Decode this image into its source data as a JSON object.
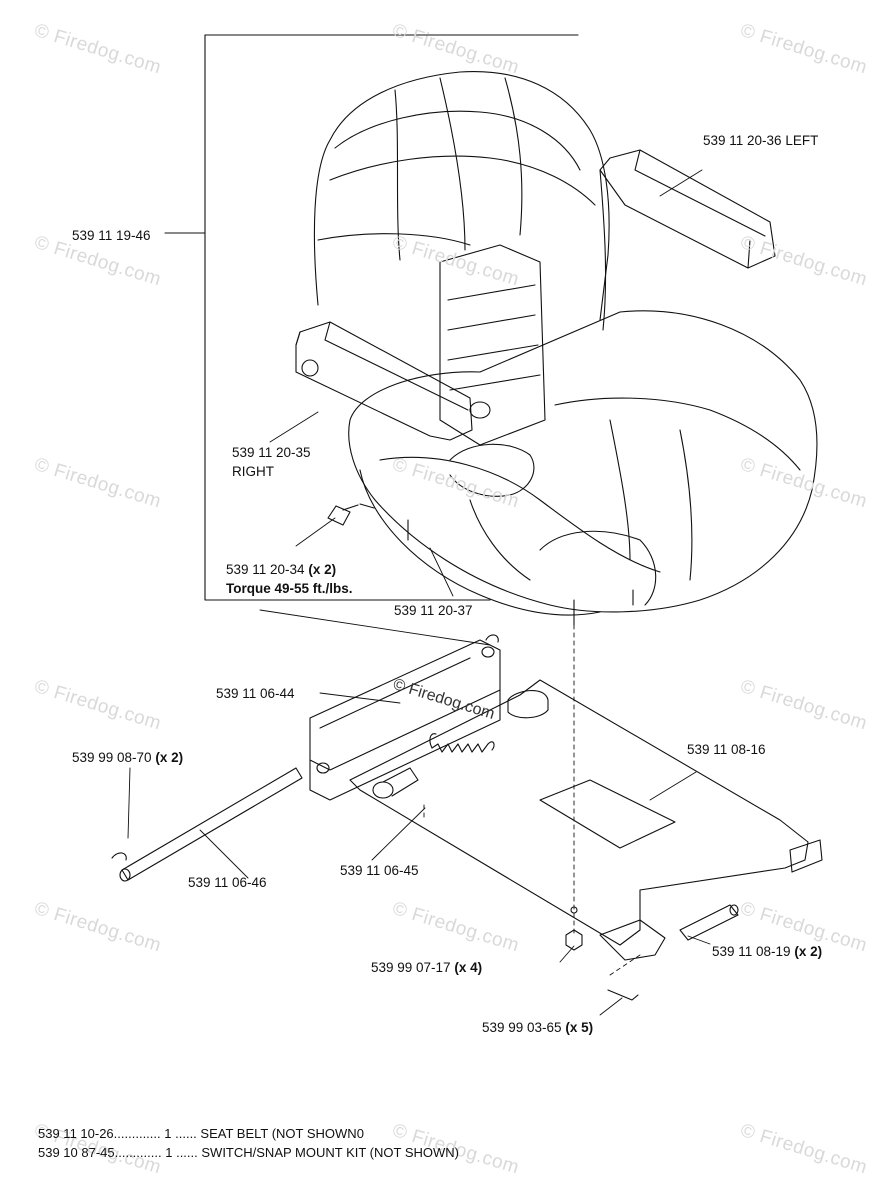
{
  "watermark": "© Firedog.com",
  "center_watermark": "© Firedog.com",
  "labels": {
    "armrest_left": "539 11 20-36 LEFT",
    "seat_assembly": "539 11 19-46",
    "armrest_right_num": "539 11 20-35",
    "armrest_right_word": "RIGHT",
    "bolt_num": "539 11 20-34",
    "bolt_qty": "(x 2)",
    "torque": "Torque 49-55 ft./lbs.",
    "seat_part_20_37": "539 11 20-37",
    "bracket_06_44": "539 11 06-44",
    "clip_08_70_num": "539 99 08-70",
    "clip_08_70_qty": "(x 2)",
    "rod_06_46": "539 11 06-46",
    "spring_06_45": "539 11 06-45",
    "plate_08_16": "539 11 08-16",
    "nut_07_17_num": "539 99 07-17",
    "nut_07_17_qty": "(x 4)",
    "pin_08_19_num": "539 11 08-19",
    "pin_08_19_qty": "(x 2)",
    "pin_03_65_num": "539 99 03-65",
    "pin_03_65_qty": "(x 5)"
  },
  "footer": [
    {
      "part": "539 11 10-26",
      "dots": ".............",
      "qty": "1",
      "sep": "......",
      "desc": "SEAT BELT (NOT SHOWN0"
    },
    {
      "part": "539 10 87-45",
      "dots": ".............",
      "qty": "1",
      "sep": "......",
      "desc": "SWITCH/SNAP MOUNT KIT (NOT SHOWN)"
    }
  ]
}
